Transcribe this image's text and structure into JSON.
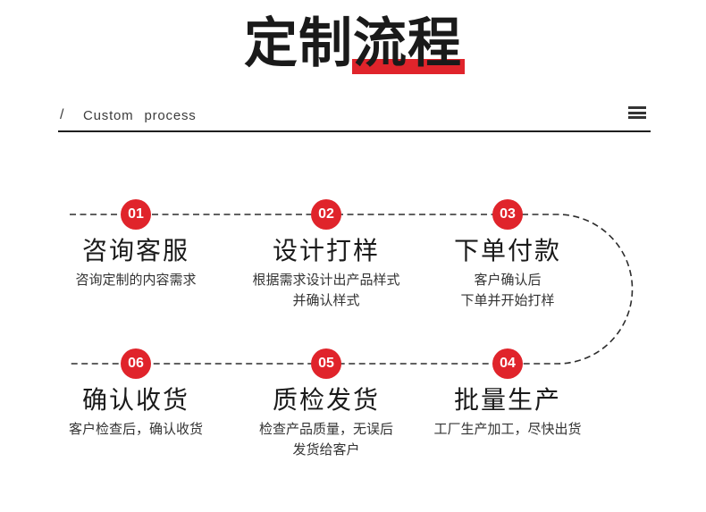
{
  "colors": {
    "accent": "#e0242b",
    "ink": "#1a1a1a"
  },
  "header": {
    "title_plain": "定制",
    "title_highlight": "流程",
    "subtitle_slash": "/",
    "subtitle": "Custom process"
  },
  "icons": {
    "menu": "hamburger-menu-icon"
  },
  "steps": [
    {
      "num": "01",
      "title": "咨询客服",
      "desc": [
        "咨询定制的内容需求"
      ]
    },
    {
      "num": "02",
      "title": "设计打样",
      "desc": [
        "根据需求设计出产品样式",
        "并确认样式"
      ]
    },
    {
      "num": "03",
      "title": "下单付款",
      "desc": [
        "客户确认后",
        "下单并开始打样"
      ]
    },
    {
      "num": "06",
      "title": "确认收货",
      "desc": [
        "客户检查后，确认收货"
      ]
    },
    {
      "num": "05",
      "title": "质检发货",
      "desc": [
        "检查产品质量，无误后",
        "发货给客户"
      ]
    },
    {
      "num": "04",
      "title": "批量生产",
      "desc": [
        "工厂生产加工，尽快出货"
      ]
    }
  ]
}
